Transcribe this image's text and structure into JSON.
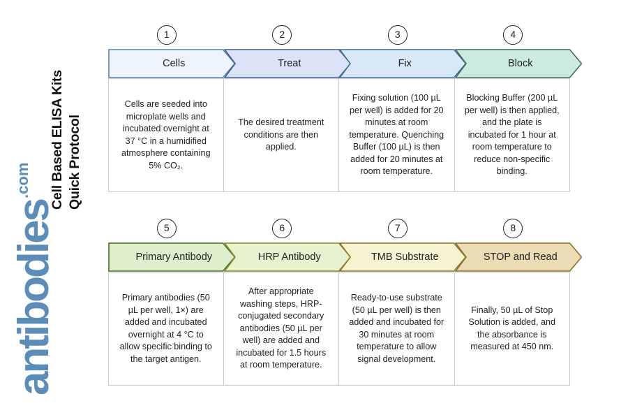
{
  "brand": {
    "title_line1": "Cell Based ELISA Kits",
    "title_line2": "Quick Protocol",
    "logo_text": "antibodies",
    "logo_suffix": ".com",
    "logo_color": "#5b8db8"
  },
  "rows": [
    {
      "name": "row-1",
      "steps": [
        {
          "number": "1",
          "label": "Cells",
          "text": "Cells are seeded into microplate wells and incubated overnight at 37 °C in a humidified atmosphere containing 5% CO₂.",
          "fill": "#eef4fb",
          "stroke": "#5b7fa6"
        },
        {
          "number": "2",
          "label": "Treat",
          "text": "The desired treatment conditions are then applied.",
          "fill": "#dce3f7",
          "stroke": "#3f5f8f"
        },
        {
          "number": "3",
          "label": "Fix",
          "text": "Fixing solution (100 µL per well) is added for 20 minutes at room temperature. Quenching Buffer (100 µL) is then added for 20 minutes at room temperature.",
          "fill": "#d9e8f7",
          "stroke": "#3f6f94"
        },
        {
          "number": "4",
          "label": "Block",
          "text": "Blocking Buffer (200 µL per well) is then applied, and the plate is incubated for 1 hour at room temperature to reduce non-specific binding.",
          "fill": "#cdeae0",
          "stroke": "#3d6b63"
        }
      ]
    },
    {
      "name": "row-2",
      "steps": [
        {
          "number": "5",
          "label": "Primary Antibody",
          "text": "Primary antibodies (50 µL per well, 1×) are added and incubated overnight at 4 °C to allow specific binding to the target antigen.",
          "fill": "#ddeecd",
          "stroke": "#41701f"
        },
        {
          "number": "6",
          "label": "HRP Antibody",
          "text": "After appropriate washing steps, HRP-conjugated secondary antibodies (50 µL per well) are added and incubated for 1.5 hours at room temperature.",
          "fill": "#e9f2cf",
          "stroke": "#7d8c2c"
        },
        {
          "number": "7",
          "label": "TMB Substrate",
          "text": "Ready-to-use substrate (50 µL per well) is then added and incubated for 30 minutes at room temperature to allow signal development.",
          "fill": "#f6f3d2",
          "stroke": "#8b7321"
        },
        {
          "number": "8",
          "label": "STOP and Read",
          "text": "Finally, 50 µL of Stop Solution is added, and the absorbance is measured at 450 nm.",
          "fill": "#ecdcb4",
          "stroke": "#8b6f2a"
        }
      ]
    }
  ]
}
